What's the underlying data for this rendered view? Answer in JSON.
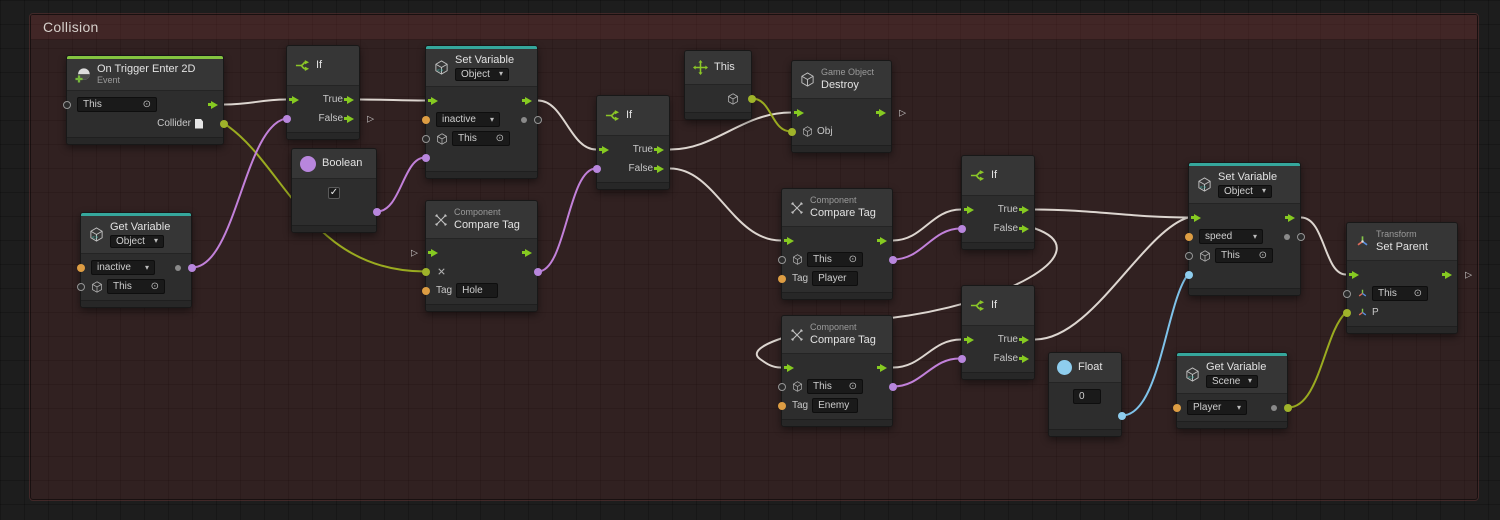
{
  "group": {
    "title": "Collision"
  },
  "icons": {
    "target_picker": "⊙",
    "dropdown_arrow": "▾",
    "checkmark": "✓",
    "unconnected_flow": "▷"
  },
  "colors": {
    "flow_arrow": "#86ca21",
    "accent_teal": "#35a79c",
    "accent_green": "#84c440",
    "wire_white": "#ddd6d0",
    "wire_purple": "#c281da",
    "wire_olive": "#9aab20",
    "wire_blue": "#7fc3ea",
    "port_orange": "#dd9d43",
    "port_purple": "#b886dd",
    "port_blue": "#8ecdee",
    "group_tint": "#823030"
  },
  "nodes": {
    "on_trigger_enter_2d": {
      "title": "On Trigger Enter 2D",
      "subtitle": "Event",
      "target_value": "This",
      "collider_label": "Collider"
    },
    "if_node": {
      "title": "If",
      "true_label": "True",
      "false_label": "False"
    },
    "boolean_literal": {
      "title": "Boolean"
    },
    "set_variable_inactive": {
      "title": "Set Variable",
      "scope": "Object",
      "variable_name": "inactive",
      "target_value": "This"
    },
    "get_variable_inactive": {
      "title": "Get Variable",
      "scope": "Object",
      "variable_name": "inactive",
      "target_value": "This"
    },
    "compare_tag_hole": {
      "category": "Component",
      "title": "Compare Tag",
      "tag_label": "Tag",
      "tag_value": "Hole"
    },
    "this_literal": {
      "title": "This"
    },
    "destroy": {
      "category": "Game Object",
      "title": "Destroy",
      "obj_label": "Obj"
    },
    "compare_tag_player": {
      "category": "Component",
      "title": "Compare Tag",
      "target_value": "This",
      "tag_label": "Tag",
      "tag_value": "Player"
    },
    "compare_tag_enemy": {
      "category": "Component",
      "title": "Compare Tag",
      "target_value": "This",
      "tag_label": "Tag",
      "tag_value": "Enemy"
    },
    "float_literal": {
      "title": "Float",
      "value": "0"
    },
    "set_variable_speed": {
      "title": "Set Variable",
      "scope": "Object",
      "variable_name": "speed",
      "target_value": "This"
    },
    "get_variable_player": {
      "title": "Get Variable",
      "scope": "Scene",
      "variable_name": "Player"
    },
    "set_parent": {
      "category": "Transform",
      "title": "Set Parent",
      "target_value": "This",
      "parent_label": "P"
    }
  }
}
